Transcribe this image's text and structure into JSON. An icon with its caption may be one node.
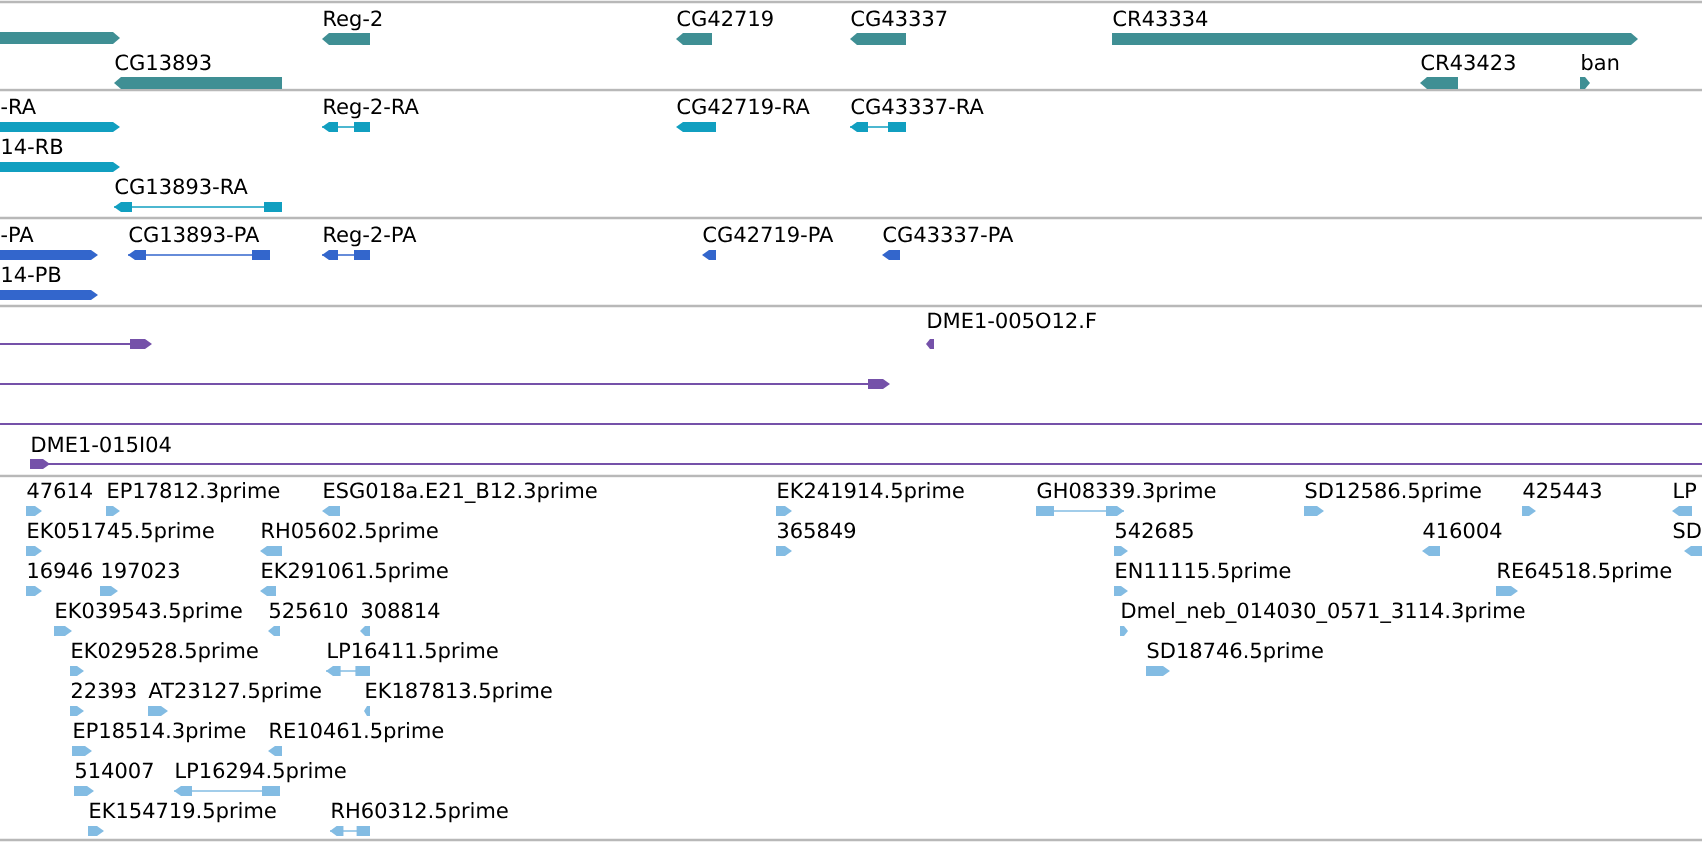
{
  "diagram": {
    "labels": [
      "Reg-2",
      "CG42719",
      "CG43337",
      "CR43334",
      "CG13893",
      "CR43423",
      "ban",
      "-RA",
      "Reg-2-RA",
      "CG42719-RA",
      "CG43337-RA",
      "14-RB",
      "CG13893-RA",
      "-PA",
      "CG13893-PA",
      "Reg-2-PA",
      "CG42719-PA",
      "CG43337-PA",
      "14-PB",
      "DME1-005O12.F",
      "DME1-015I04",
      "47614",
      "EP17812.3prime",
      "ESG018a.E21_B12.3prime",
      "EK241914.5prime",
      "GH08339.3prime",
      "SD12586.5prime",
      "425443",
      "LP",
      "EK051745.5prime",
      "RH05602.5prime",
      "365849",
      "542685",
      "416004",
      "SD",
      "16946",
      "197023",
      "EK291061.5prime",
      "EN11115.5prime",
      "RE64518.5prime",
      "EK039543.5prime",
      "525610",
      "308814",
      "Dmel_neb_014030_0571_3114.3prime",
      "EK029528.5prime",
      "LP16411.5prime",
      "SD18746.5prime",
      "22393",
      "AT23127.5prime",
      "EK187813.5prime",
      "EP18514.3prime",
      "RE10461.5prime",
      "514007",
      "LP16294.5prime",
      "EK154719.5prime",
      "RH60312.5prime"
    ]
  }
}
